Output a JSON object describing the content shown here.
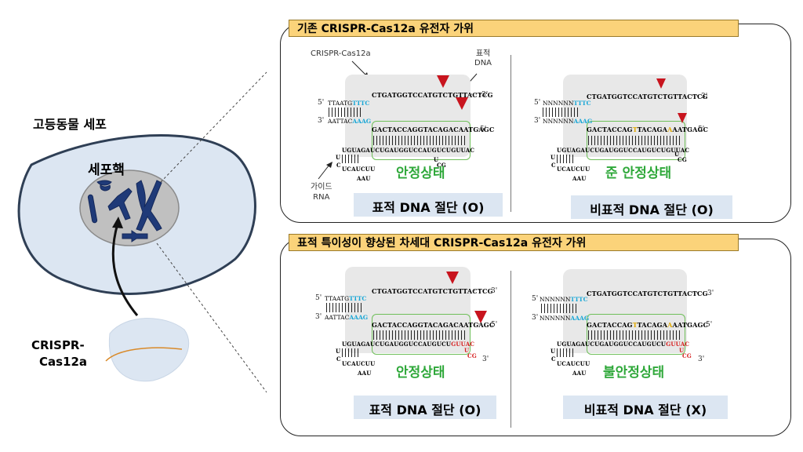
{
  "left": {
    "cell_label": "고등동물 세포",
    "nucleus_label": "세포핵",
    "protein_label_line1": "CRISPR-",
    "protein_label_line2": "Cas12a"
  },
  "panel_top": {
    "banner": "기존 CRISPR-Cas12a 유전자 가위",
    "annot_cas": "CRISPR-Cas12a",
    "annot_target_line1": "표적",
    "annot_target_line2": "DNA",
    "annot_guide_line1": "가이드",
    "annot_guide_line2": "RNA",
    "left_diagram": {
      "top_seq": "CTGATGGTCCATGTCTGTTACTCG",
      "bottom_seq": "GACTACCAGGTACAGACAATGAGC",
      "rna_seq": "UGUAGAUCUGAUGGUCCAUGUCUGUUAC",
      "pam_top_pre": "TTAATG",
      "pam_top_hl": "TTTC",
      "pam_bot_pre": "AATTAC",
      "pam_bot_hl": "AAAG",
      "loop_left": "U",
      "loop_c": "C",
      "loop_bottom": "UCAUCUU",
      "loop_tail": "AAU",
      "tail_u": "U",
      "tail_cg": "CG",
      "status": "안정상태",
      "caption": "표적 DNA 절단 (O)"
    },
    "right_diagram": {
      "top_seq": "CTGATGGTCCATGTCTGTTACTCG",
      "bottom_pre": "GACTACCAG",
      "bottom_mm": "T",
      "bottom_mid": "TACAGA",
      "bottom_mm2": "A",
      "bottom_post": "AATGAGC",
      "rna_seq": "UGUAGAUCUGAUGGUCCAUGUCUGUUAC",
      "pam_top_pre": "NNNNNN",
      "pam_top_hl": "TTTC",
      "pam_bot_pre": "NNNNNN",
      "pam_bot_hl": "AAAG",
      "status": "준 안정상태",
      "caption": "비표적 DNA 절단 (O)"
    }
  },
  "panel_bottom": {
    "banner": "표적 특이성이 향상된 차세대 CRISPR-Cas12a 유전자 가위",
    "left_diagram": {
      "top_seq": "CTGATGGTCCATGTCTGTTACTCG",
      "bottom_seq": "GACTACCAGGTACAGACAATGAGC",
      "rna_pre": "UGUAGAUCUGAUGGUCCAUGUCU",
      "rna_red": "GUUAC",
      "pam_top_pre": "TTAATG",
      "pam_top_hl": "TTTC",
      "pam_bot_pre": "AATTAC",
      "pam_bot_hl": "AAAG",
      "tail_cg": "CG",
      "status": "안정상태",
      "caption": "표적 DNA 절단 (O)"
    },
    "right_diagram": {
      "top_seq": "CTGATGGTCCATGTCTGTTACTCG",
      "bottom_pre": "GACTACCAG",
      "bottom_mm": "T",
      "bottom_mid": "TACAGA",
      "bottom_mm2": "A",
      "bottom_post": "AATGAGC",
      "rna_pre": "UGUAGAUCUGAUGGUCCAUGUCU",
      "rna_red": "GUUAC",
      "pam_top_pre": "NNNNNN",
      "pam_top_hl": "TTTC",
      "pam_bot_pre": "NNNNNN",
      "pam_bot_hl": "AAAG",
      "status": "불안정상태",
      "caption": "비표적 DNA 절단 (X)"
    }
  },
  "primes": {
    "five": "5'",
    "three": "3'",
    "dots": "· · ·"
  },
  "colors": {
    "banner": "#fbd37a",
    "caption_bg": "#dce6f2",
    "status_green": "#2fa83a",
    "cut_red": "#c8141e",
    "pam_blue": "#1aa7d6",
    "cell_fill": "#dce6f2"
  }
}
